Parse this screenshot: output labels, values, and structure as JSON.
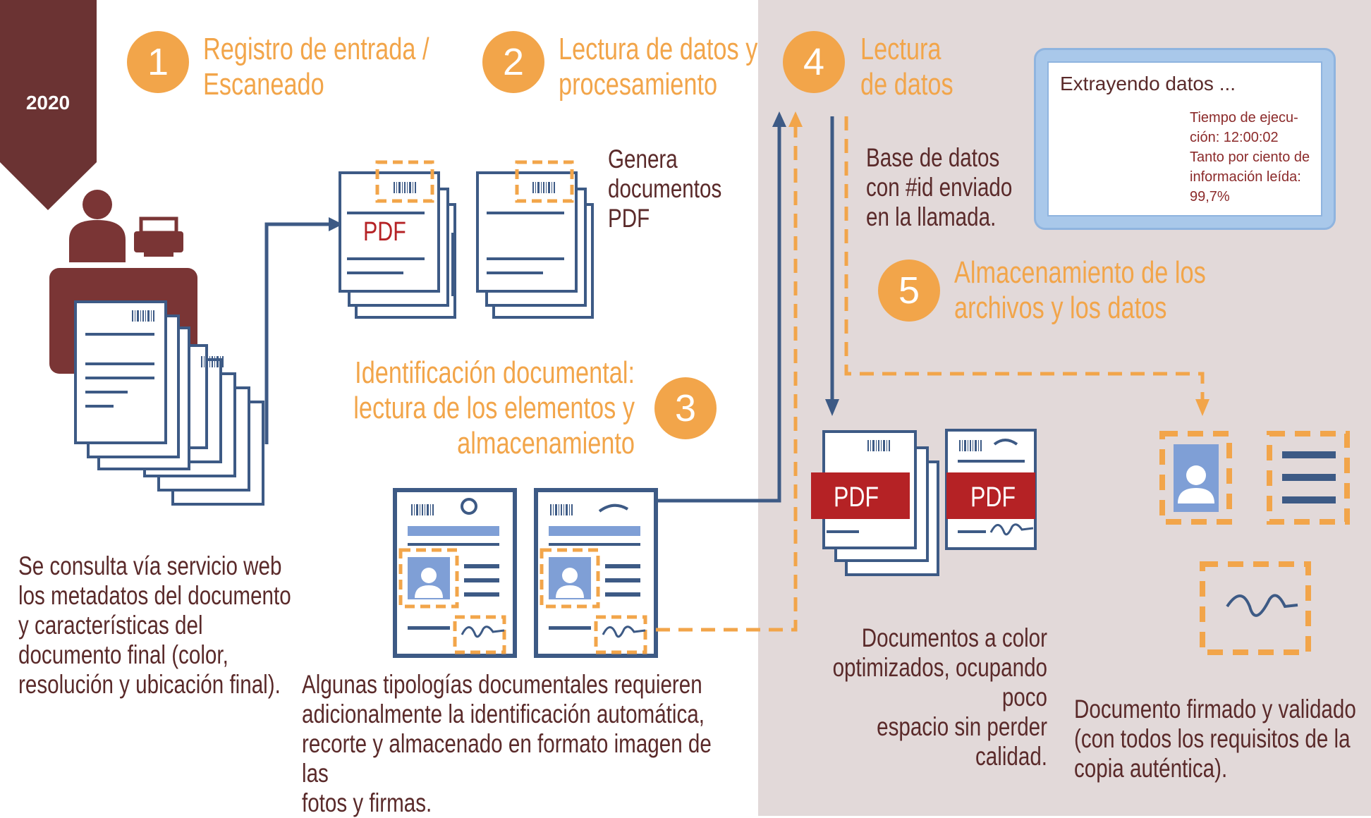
{
  "colors": {
    "orange": "#f2a54a",
    "maroon": "#7a3535",
    "navy": "#3d5a85",
    "pdf_red": "#b52225",
    "panel_bg": "#e2d9d9",
    "light_blue": "#7f9fd6"
  },
  "year_badge": "2020",
  "steps": [
    {
      "number": "1",
      "title": "Registro de entrada /\nEscaneado"
    },
    {
      "number": "2",
      "title": "Lectura de datos y\nprocesamiento"
    },
    {
      "number": "3",
      "title": "Identificación documental:\nlectura de los elementos y\nalmacenamiento"
    },
    {
      "number": "4",
      "title": "Lectura\nde datos"
    },
    {
      "number": "5",
      "title": "Almacenamiento de los\narchivos y los datos"
    }
  ],
  "texts": {
    "genera_pdf": "Genera\ndocumentos\nPDF",
    "consulta": "Se consulta vía servicio web\nlos metadatos del documento\ny características del\ndocumento final (color,\nresolución y ubicación final).",
    "tipologias": "Algunas tipologías documentales requieren\nadicionalmente la identificación automática,\nrecorte y almacenado en formato imagen de las\nfotos y firmas.",
    "base_datos": "Base de datos\ncon #id enviado\nen la llamada.",
    "documentos_color": "Documentos a color\noptimizados, ocupando poco\nespacio sin perder calidad.",
    "documento_firmado": "Documento firmado y validado\n(con todos los requisitos de la\ncopia auténtica)."
  },
  "pdf_label": "PDF",
  "popup": {
    "title": "Extrayendo datos ...",
    "info": "Tiempo de ejecu-\nción: 12:00:02\nTanto por ciento de\ninformación leída:\n99,7%"
  },
  "icons": [
    "person-at-desk-icon",
    "printer-icon",
    "document-stack-icon",
    "pdf-document-icon",
    "barcode-icon",
    "photo-id-icon",
    "signature-icon",
    "pie-chart-icon"
  ]
}
